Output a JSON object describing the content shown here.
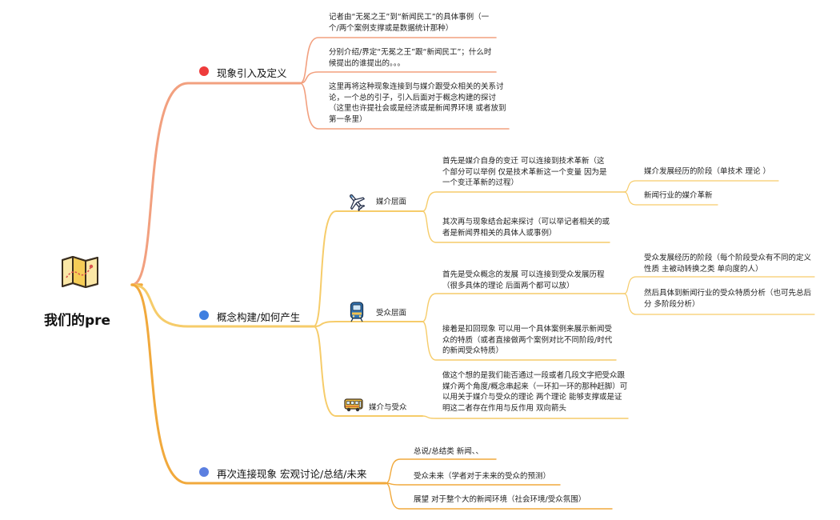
{
  "root": {
    "title": "我们的pre",
    "icon": "folded-map-icon"
  },
  "colors": {
    "branch1": "#f2a07f",
    "branch2": "#f6cc6a",
    "branch3": "#f1a93c",
    "dot1": "#ee3b3b",
    "dot2": "#3f7fe0",
    "dot3": "#5b7fe0"
  },
  "branches": [
    {
      "label": "现象引入及定义",
      "leaves": [
        "记者由“无冕之王”到“新闻民工”的具体事例（一个/两个案例支撑或是数据统计那种）",
        "分别介绍/界定“无冕之王”跟“新闻民工”；什么时候提出的谁提出的。。。",
        "这里再将这种现象连接到与媒介跟受众相关的关系讨论，一个总的引子，引入后面对于概念构建的探讨（这里也许提社会或是经济或是新闻界环境 或者放到第一条里）"
      ]
    },
    {
      "label": "概念构建/如何产生",
      "subs": [
        {
          "label": "媒介层面",
          "icon": "airplane-icon",
          "items": [
            {
              "text": "首先是媒介自身的变迁 可以连接到技术革新（这个部分可以举例 仅是技术革新这一个变量 因为是一个变迁革新的过程）",
              "children": [
                "媒介发展经历的阶段（单技术 理论 ）",
                "新闻行业的媒介革新"
              ]
            },
            {
              "text": "其次再与现象结合起来探讨（可以举记者相关的或者是新闻界相关的具体人或事例）"
            }
          ]
        },
        {
          "label": "受众层面",
          "icon": "train-icon",
          "items": [
            {
              "text": "首先是受众概念的发展 可以连接到受众发展历程（很多具体的理论 后面两个都可以放）",
              "children": [
                "受众发展经历的阶段（每个阶段受众有不同的定义性质 主被动转换之类 单向度的人）",
                "然后具体到新闻行业的受众特质分析（也可先总后分 多阶段分析）"
              ]
            },
            {
              "text": "接着是扣回现象 可以用一个具体案例来展示新闻受众的特质（或者直接做两个案例对比不同阶段/时代的新闻受众特质）"
            }
          ]
        },
        {
          "label": "媒介与受众",
          "icon": "bus-icon",
          "items": [
            {
              "text": "做这个想的是我们能否通过一段或者几段文字把受众跟媒介两个角度/概念串起来（一环扣一环的那种赶脚）可以用关于媒介与受众的理论 两个理论 能够支撑或是证明这二者存在作用与反作用 双向箭头"
            }
          ]
        }
      ]
    },
    {
      "label": "再次连接现象 宏观讨论/总结/未来",
      "leaves": [
        "总说/总结类 新闻、、",
        "受众未来（学者对于未来的受众的预测）",
        "展望 对于整个大的新闻环境（社会环境/受众氛围）"
      ]
    }
  ]
}
